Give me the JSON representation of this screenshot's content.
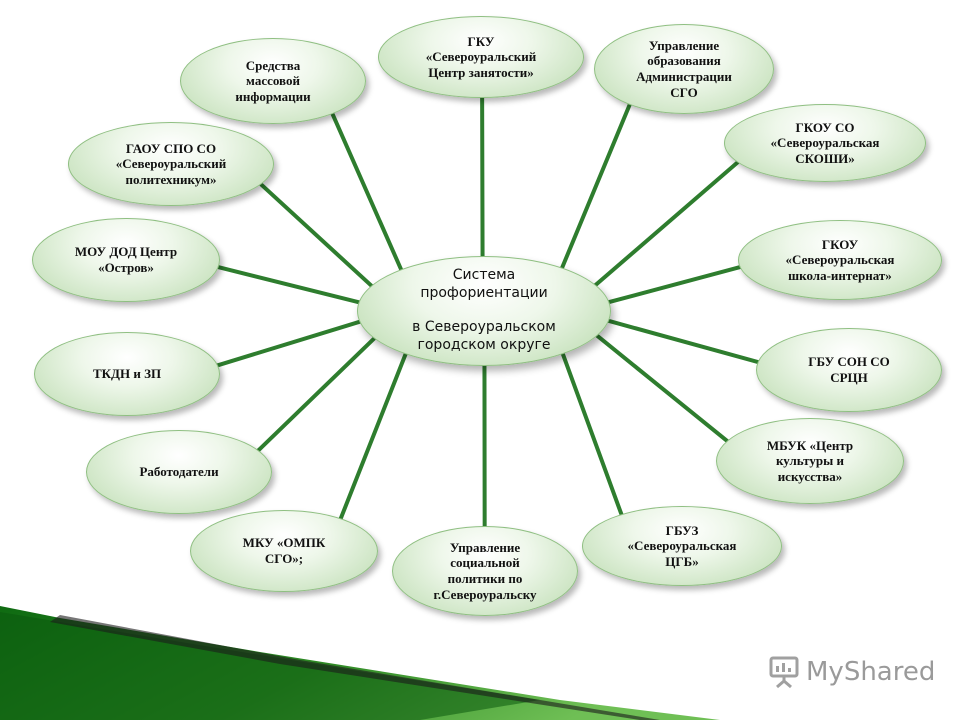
{
  "center": {
    "title": "Система\nпрофориентации",
    "subtitle": "в Североуральском\nгородском округе"
  },
  "nodes": [
    {
      "label": "ГКУ\n«Североуральский\nЦентр занятости»"
    },
    {
      "label": "Управление\nобразования\nАдминистрации\nСГО"
    },
    {
      "label": "ГКОУ СО\n«Североуральская\nСКОШИ»"
    },
    {
      "label": "ГКОУ\n«Североуральская\nшкола-интернат»"
    },
    {
      "label": "ГБУ СОН СО\nСРЦН"
    },
    {
      "label": "МБУК «Центр\nкультуры и\nискусства»"
    },
    {
      "label": "ГБУЗ\n«Североуральская\nЦГБ»"
    },
    {
      "label": "Управление\nсоциальной\nполитики по\nг.Североуральску"
    },
    {
      "label": "МКУ «ОМПК\nСГО»;"
    },
    {
      "label": "Работодатели"
    },
    {
      "label": "ТКДН и ЗП"
    },
    {
      "label": "МОУ ДОД Центр\n«Остров»"
    },
    {
      "label": "ГАОУ СПО СО\n«Североуральский\nполитехникум»"
    },
    {
      "label": "Средства\nмассовой\nинформации"
    }
  ],
  "watermark": {
    "text": "MyShared",
    "icon": "presentation-board-icon"
  },
  "colors": {
    "line": "#2e7d2e",
    "node_fill": "#cfe6c6",
    "stripe_dark": "#0f6b12",
    "stripe_light": "#4ea33c",
    "watermark": "#9a9a9a"
  }
}
